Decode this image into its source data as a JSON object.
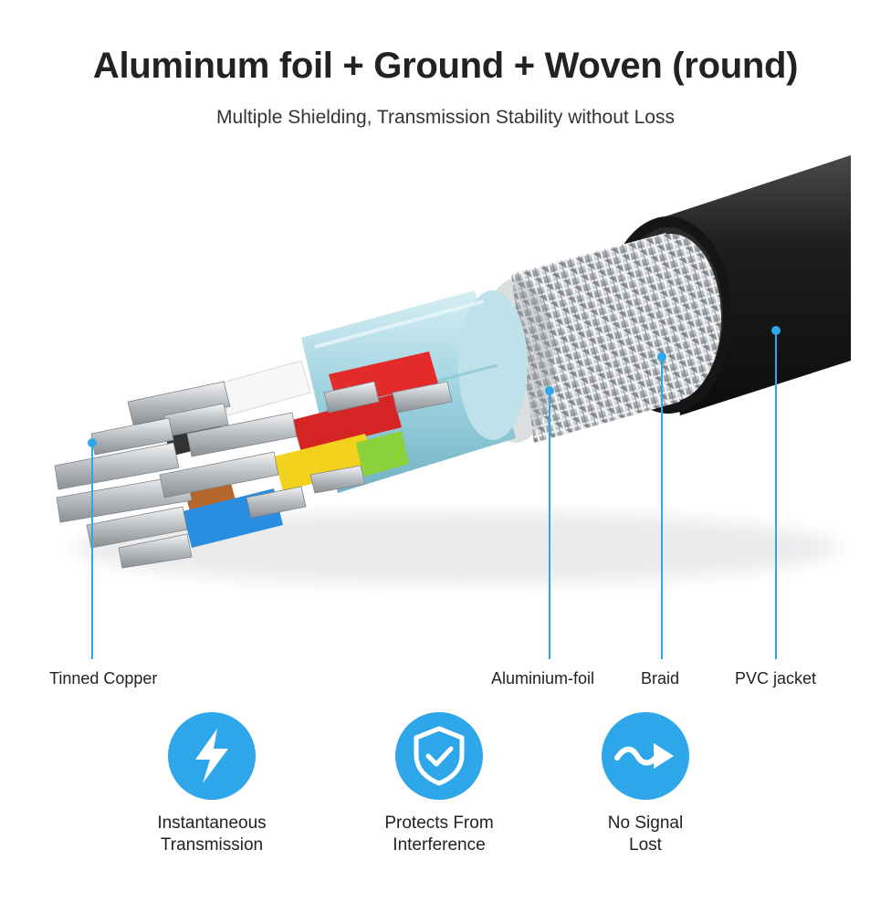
{
  "header": {
    "title": "Aluminum foil + Ground + Woven (round)",
    "subtitle": "Multiple Shielding, Transmission Stability without Loss"
  },
  "callouts": [
    {
      "label": "Tinned Copper"
    },
    {
      "label": "Aluminium-foil"
    },
    {
      "label": "Braid"
    },
    {
      "label": "PVC jacket"
    }
  ],
  "features": [
    {
      "line1": "Instantaneous",
      "line2": "Transmission",
      "icon": "lightning-bolt-icon"
    },
    {
      "line1": "Protects From",
      "line2": "Interference",
      "icon": "shield-check-icon"
    },
    {
      "line1": "No Signal",
      "line2": "Lost",
      "icon": "wave-arrow-icon"
    }
  ],
  "colors": {
    "accent": "#2ea6ea",
    "jacket": "#1c1c1c",
    "foil": "#9fd3e0",
    "braid": "#b8bcbf"
  }
}
